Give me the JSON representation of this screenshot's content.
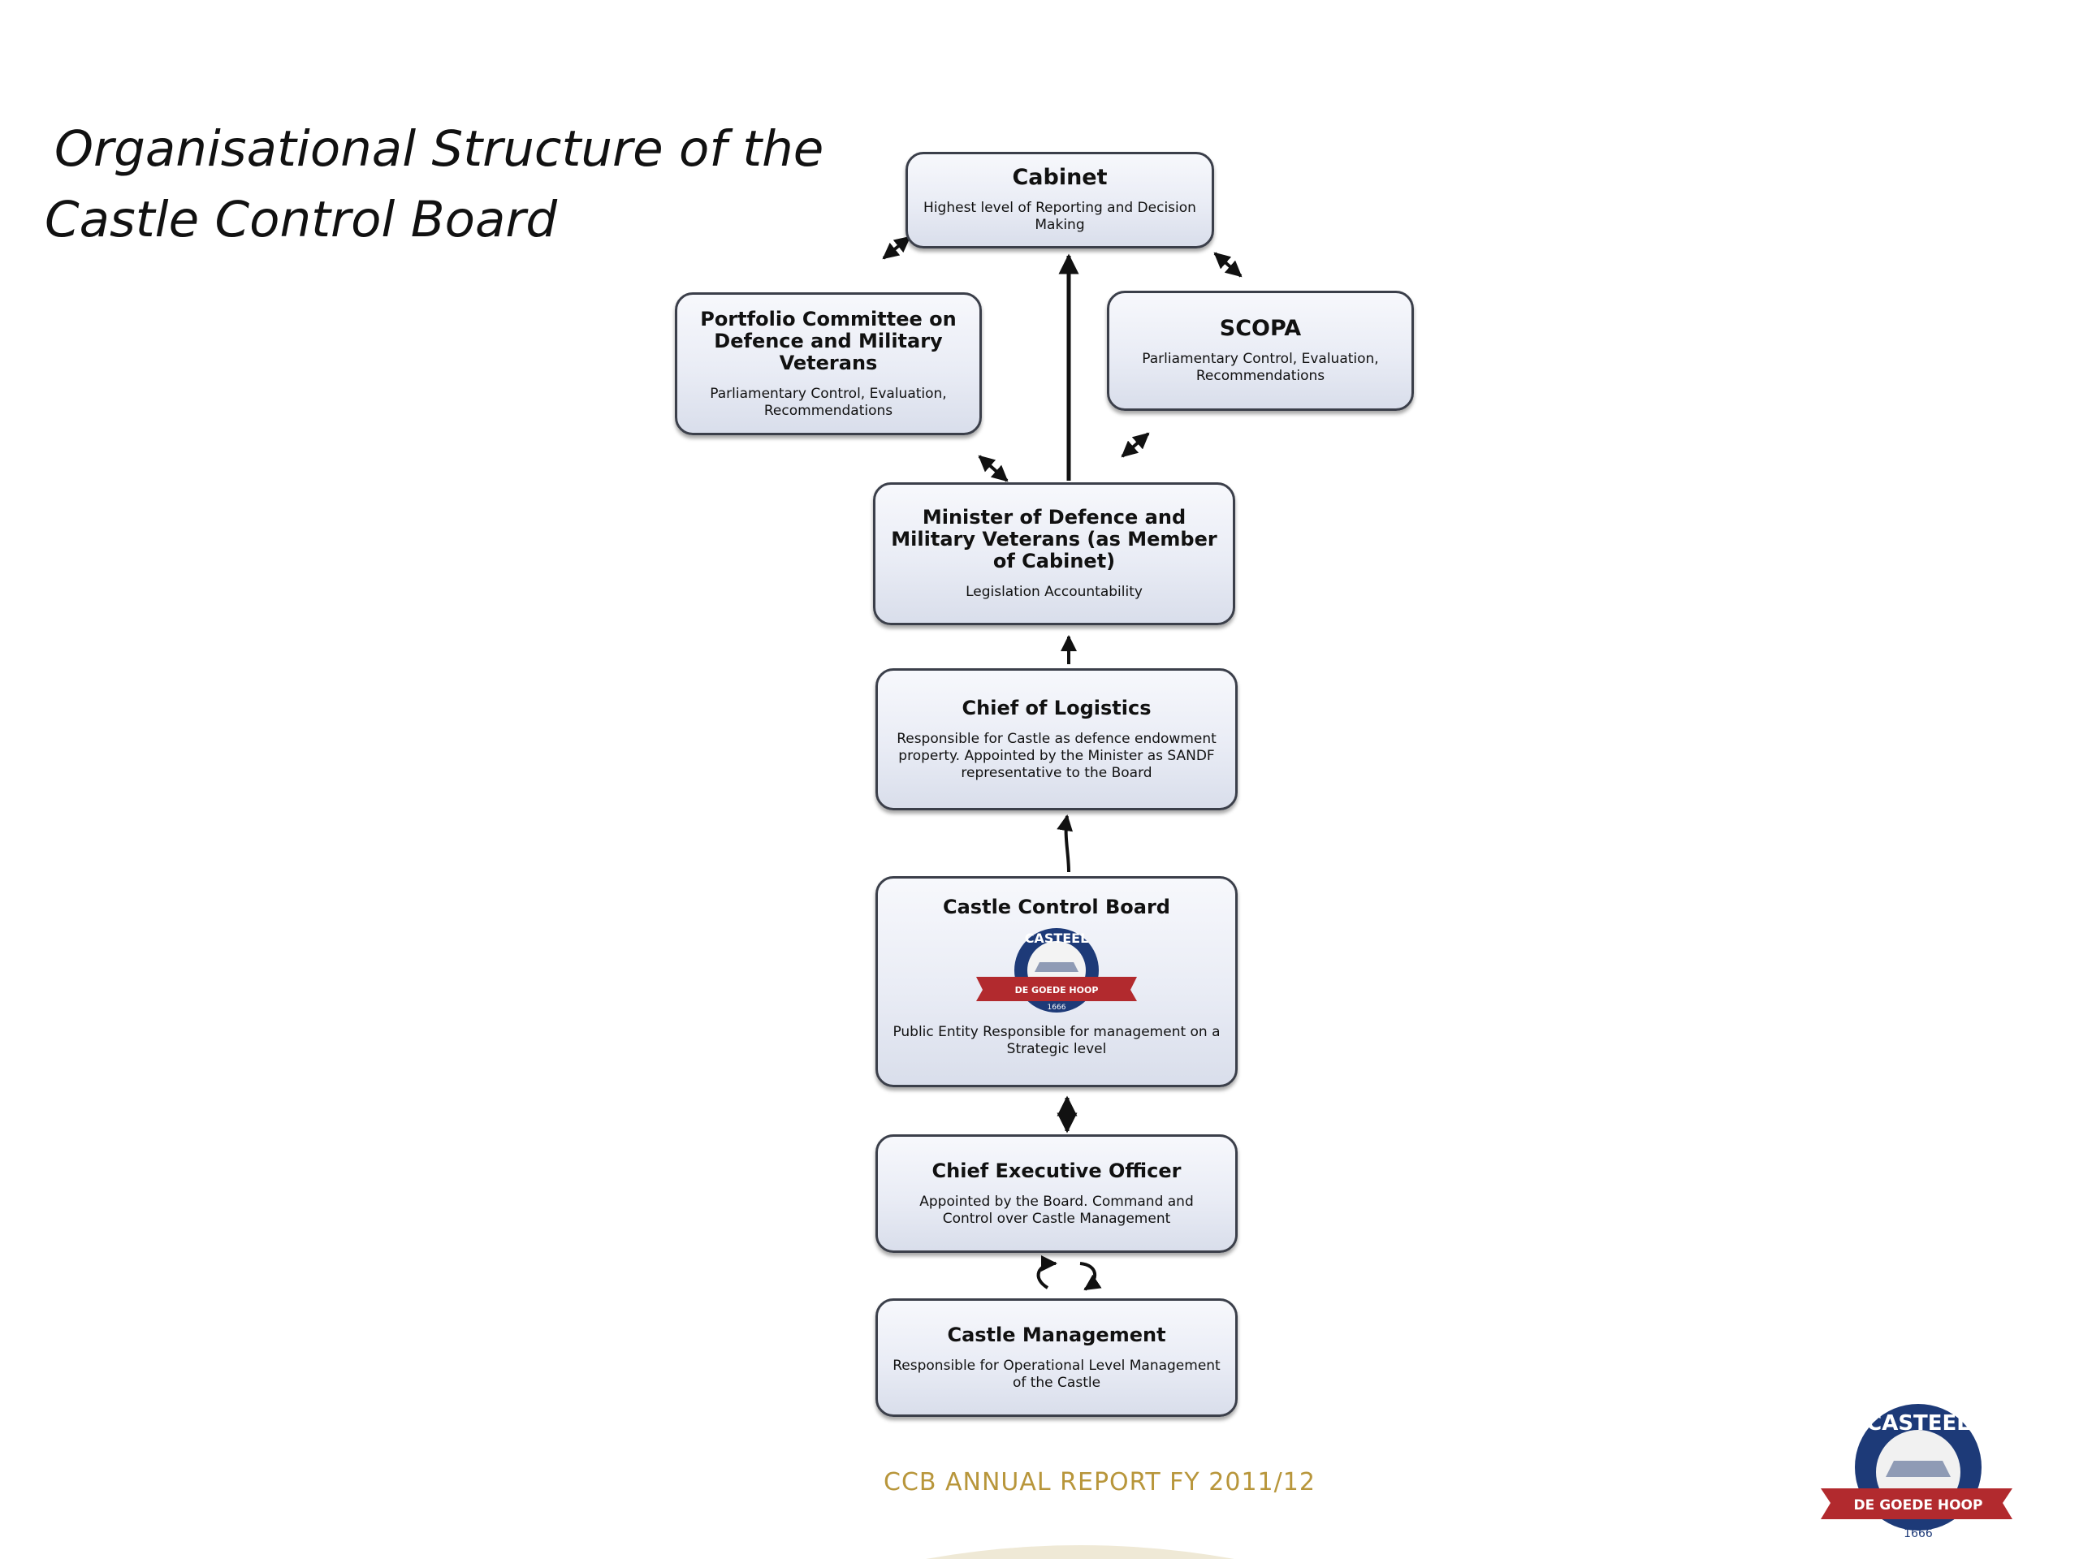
{
  "title": {
    "line1": "Organisational Structure of the",
    "line2": "Castle Control Board"
  },
  "nodes": {
    "cabinet": {
      "title": "Cabinet",
      "desc": "Highest level of Reporting and Decision Making"
    },
    "portfolio": {
      "title": "Portfolio Committee on Defence and Military Veterans",
      "desc": "Parliamentary Control, Evaluation, Recommendations"
    },
    "scopa": {
      "title": "SCOPA",
      "desc": "Parliamentary Control, Evaluation, Recommendations"
    },
    "minister": {
      "title": "Minister of Defence and Military Veterans (as Member of Cabinet)",
      "desc": "Legislation Accountability"
    },
    "logistics": {
      "title": "Chief of Logistics",
      "desc": "Responsible for Castle as defence endowment property. Appointed by the Minister as SANDF representative to the Board"
    },
    "ccb": {
      "title": "Castle Control Board",
      "desc": "Public Entity Responsible for management on a Strategic level"
    },
    "ceo": {
      "title": "Chief Executive Officer",
      "desc": "Appointed by the Board. Command and Control over Castle Management"
    },
    "mgmt": {
      "title": "Castle Management",
      "desc": "Responsible for Operational Level Management of the Castle"
    }
  },
  "logo": {
    "top_text": "CASTEEL",
    "banner_text": "DE GOEDE HOOP",
    "year": "1666",
    "colors": {
      "navy": "#1d3a78",
      "red": "#b22a2e",
      "white": "#ffffff"
    }
  },
  "footer": {
    "text": "CCB  ANNUAL REPORT FY 2011/12",
    "color": "#b8963b"
  }
}
